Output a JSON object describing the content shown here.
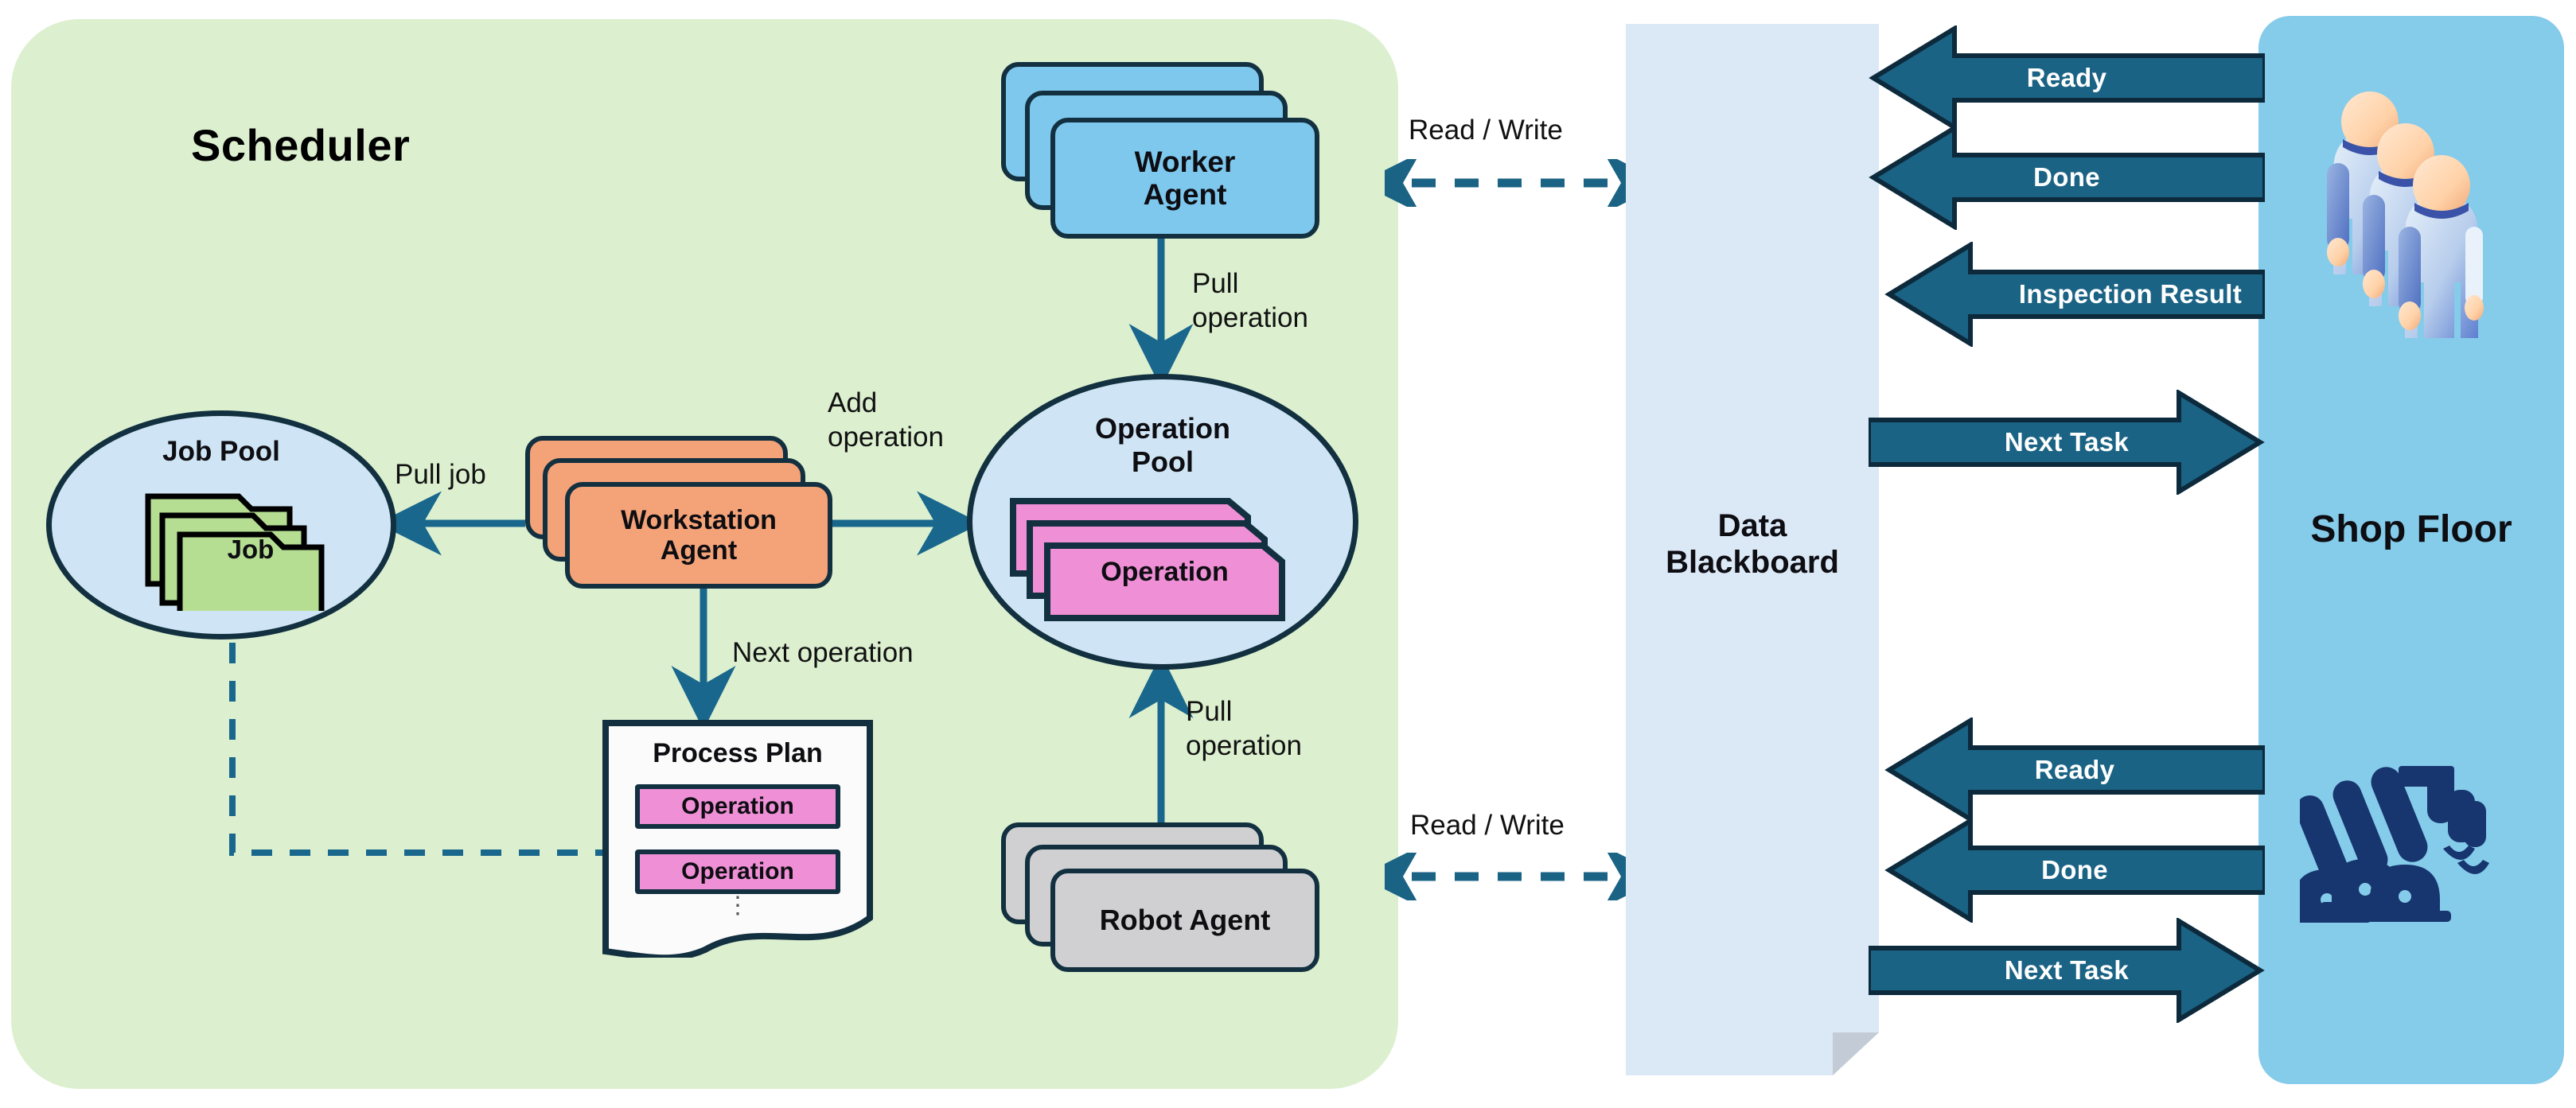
{
  "scheduler": {
    "title": "Scheduler",
    "job_pool": {
      "label": "Job Pool",
      "item_label": "Job",
      "item_count": 3
    },
    "workstation_agent": {
      "label": "Workstation\nAgent",
      "line1": "Workstation",
      "line2": "Agent",
      "count": 3
    },
    "worker_agent": {
      "label": "Worker Agent",
      "line1": "Worker",
      "line2": "Agent",
      "count": 3
    },
    "robot_agent": {
      "label": "Robot Agent",
      "line1": "Robot Agent",
      "count": 3
    },
    "operation_pool": {
      "label": "Operation Pool",
      "line1": "Operation",
      "line2": "Pool",
      "item_label": "Operation",
      "item_count": 3
    },
    "process_plan": {
      "title": "Process Plan",
      "operations": [
        "Operation",
        "Operation"
      ],
      "ellipsis": "⋮"
    },
    "edges": [
      {
        "name": "pull-job",
        "label": "Pull job"
      },
      {
        "name": "add-operation",
        "label": "Add\noperation",
        "line1": "Add",
        "line2": "operation"
      },
      {
        "name": "next-operation",
        "label": "Next operation"
      },
      {
        "name": "pull-operation-worker",
        "label": "Pull\noperation",
        "line1": "Pull",
        "line2": "operation"
      },
      {
        "name": "pull-operation-robot",
        "label": "Pull\noperation",
        "line1": "Pull",
        "line2": "operation"
      }
    ]
  },
  "blackboard": {
    "label": "Data\nBlackboard",
    "line1": "Data",
    "line2": "Blackboard"
  },
  "read_write": [
    {
      "name": "read-write-top",
      "label": "Read / Write"
    },
    {
      "name": "read-write-bottom",
      "label": "Read / Write"
    }
  ],
  "shopfloor": {
    "label": "Shop Floor",
    "worker_icon": "workers-icon",
    "robot_icon": "robot-arms-icon",
    "messages_top": [
      {
        "name": "ready",
        "label": "Ready",
        "direction": "left"
      },
      {
        "name": "done",
        "label": "Done",
        "direction": "left"
      },
      {
        "name": "inspection-result",
        "label": "Inspection Result",
        "direction": "left"
      },
      {
        "name": "next-task",
        "label": "Next Task",
        "direction": "right"
      }
    ],
    "messages_bottom": [
      {
        "name": "ready",
        "label": "Ready",
        "direction": "left"
      },
      {
        "name": "done",
        "label": "Done",
        "direction": "left"
      },
      {
        "name": "next-task",
        "label": "Next Task",
        "direction": "right"
      }
    ]
  },
  "colors": {
    "scheduler_bg": "#dcf0d0",
    "pool_fill": "#cfe5f5",
    "worker_card": "#7ec8ee",
    "workstation_card": "#f4a278",
    "robot_card": "#d0d0d2",
    "operation_fill": "#ef8fd6",
    "job_fill": "#b5de92",
    "blackboard_fill": "#dbe8f6",
    "shopfloor_fill": "#85cbea",
    "arrow_fill": "#1b6384",
    "stroke": "#12303f",
    "connector": "#19678d"
  }
}
